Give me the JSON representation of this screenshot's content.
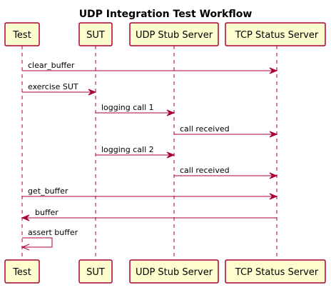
{
  "diagram": {
    "title": "UDP Integration Test Workflow",
    "colors": {
      "participant_fill": "#FEFECE",
      "participant_border": "#A80036",
      "line": "#A80036",
      "text": "#000000"
    },
    "participants": [
      {
        "id": "test",
        "label": "Test"
      },
      {
        "id": "sut",
        "label": "SUT"
      },
      {
        "id": "udp",
        "label": "UDP Stub Server"
      },
      {
        "id": "tcp",
        "label": "TCP Status Server"
      }
    ],
    "messages": [
      {
        "from": "test",
        "to": "tcp",
        "label": "clear_buffer"
      },
      {
        "from": "test",
        "to": "sut",
        "label": "exercise SUT"
      },
      {
        "from": "sut",
        "to": "udp",
        "label": "logging call 1"
      },
      {
        "from": "udp",
        "to": "tcp",
        "label": "call received"
      },
      {
        "from": "sut",
        "to": "udp",
        "label": "logging call 2"
      },
      {
        "from": "udp",
        "to": "tcp",
        "label": "call received"
      },
      {
        "from": "test",
        "to": "tcp",
        "label": "get_buffer"
      },
      {
        "from": "tcp",
        "to": "test",
        "label": "buffer"
      },
      {
        "from": "test",
        "to": "test",
        "label": "assert buffer"
      }
    ]
  }
}
